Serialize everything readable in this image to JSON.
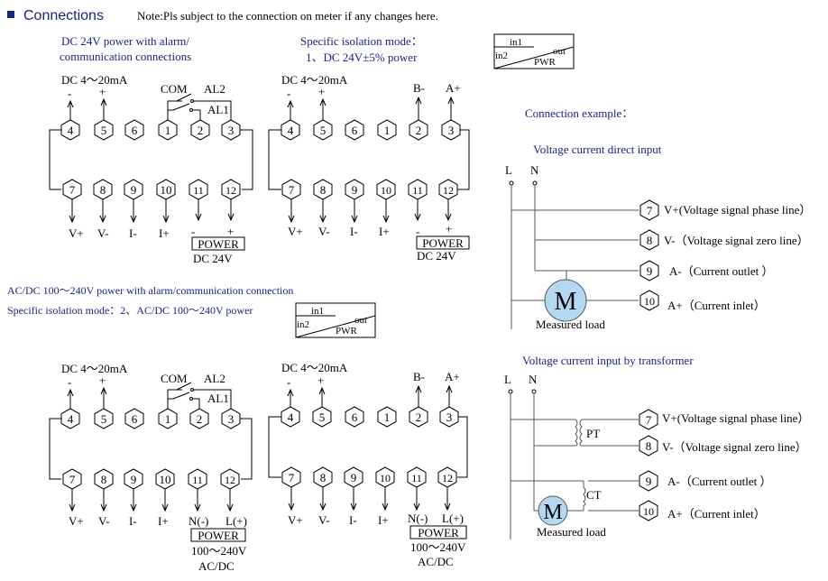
{
  "title": "Connections",
  "note": "Note:Pls subject to the connection on meter if any changes here.",
  "section_dc": {
    "heading1": "DC 24V power with alarm/",
    "heading2": "communication connections"
  },
  "section_iso1": {
    "heading1": "Specific isolation mode：",
    "heading2": "1、DC 24V±5% power"
  },
  "section_ac": {
    "heading1": "AC/DC 100～240V power with alarm/communication connection",
    "heading2": "Specific isolation mode：2、AC/DC 100～240V power"
  },
  "isolation_box": {
    "in1": "in1",
    "in2": "in2",
    "out": "out",
    "pwr": "PWR"
  },
  "labels": {
    "dc_out": "DC 4～20mA",
    "minus": "-",
    "plus": "+",
    "com": "COM",
    "al2": "AL2",
    "al1": "AL1",
    "b_minus": "B-",
    "a_plus": "A+",
    "v_plus": "V+",
    "v_minus": "V-",
    "i_minus": "I-",
    "i_plus": "I+",
    "power": "POWER",
    "dc24": "DC 24V",
    "n_neg": "N(-)",
    "l_pos": "L(+)",
    "ac_range": "100～240V",
    "ac_dc": "AC/DC"
  },
  "terminals_top": [
    "4",
    "5",
    "6",
    "1",
    "2",
    "3"
  ],
  "terminals_bottom": [
    "7",
    "8",
    "9",
    "10",
    "11",
    "12"
  ],
  "example": {
    "title": "Connection example：",
    "direct_title": "Voltage current direct input",
    "transformer_title": "Voltage current input by transformer",
    "L": "L",
    "N": "N",
    "t7": "7",
    "t8": "8",
    "t9": "9",
    "t10": "10",
    "v_plus_desc": "V+(Voltage signal phase line）",
    "v_minus_desc": "V-（Voltage signal zero line）",
    "a_minus_desc": "A-（Current outlet ）",
    "a_plus_desc": "A+（Current inlet）",
    "motor": "M",
    "load": "Measured load",
    "pt": "PT",
    "ct": "CT"
  },
  "colors": {
    "heading": "#1a237e",
    "motor_fill": "#b3d9f2"
  }
}
